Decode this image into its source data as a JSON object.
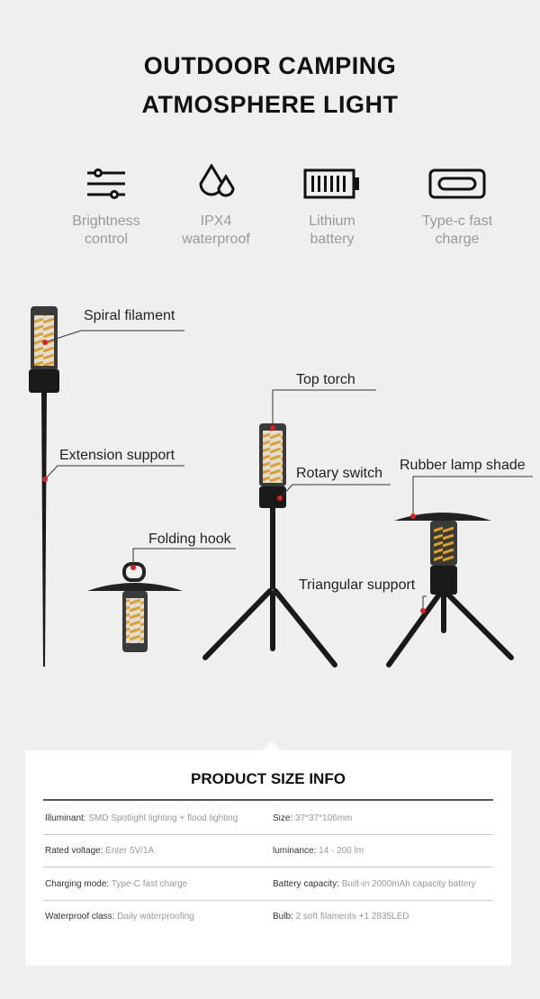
{
  "title": {
    "line1": "OUTDOOR CAMPING",
    "line2": "ATMOSPHERE LIGHT"
  },
  "features": [
    {
      "icon": "sliders-icon",
      "line1": "Brightness",
      "line2": "control"
    },
    {
      "icon": "water-drops-icon",
      "line1": "IPX4",
      "line2": "waterproof"
    },
    {
      "icon": "battery-icon",
      "line1": "Lithium",
      "line2": "battery"
    },
    {
      "icon": "usb-c-icon",
      "line1": "Type-c fast",
      "line2": "charge"
    }
  ],
  "callouts": {
    "spiral": "Spiral filament",
    "extension": "Extension support",
    "hook": "Folding hook",
    "torch": "Top torch",
    "rotary": "Rotary switch",
    "shade": "Rubber lamp shade",
    "tripod": "Triangular support"
  },
  "colors": {
    "accent_dot": "#e02020",
    "filament": "#e0a020",
    "body": "#1a1a1a"
  },
  "specs": {
    "title": "PRODUCT  SIZE INFO",
    "rows": [
      [
        {
          "k": "Illuminant:",
          "v": "SMD Spotlight lighting + flood lighting"
        },
        {
          "k": "Size:",
          "v": "37*37*106mm"
        }
      ],
      [
        {
          "k": "Rated voltage:",
          "v": "Enter 5V/1A"
        },
        {
          "k": "luminance:",
          "v": "14 - 200 lm"
        }
      ],
      [
        {
          "k": "Charging mode:",
          "v": "Type-C fast charge"
        },
        {
          "k": "Battery capacity:",
          "v": "Built-in 2000mAh capacity battery"
        }
      ],
      [
        {
          "k": "Waterproof class:",
          "v": "Daily waterproofing"
        },
        {
          "k": "Bulb:",
          "v": "2 soft filaments +1 2835LED"
        }
      ]
    ]
  }
}
